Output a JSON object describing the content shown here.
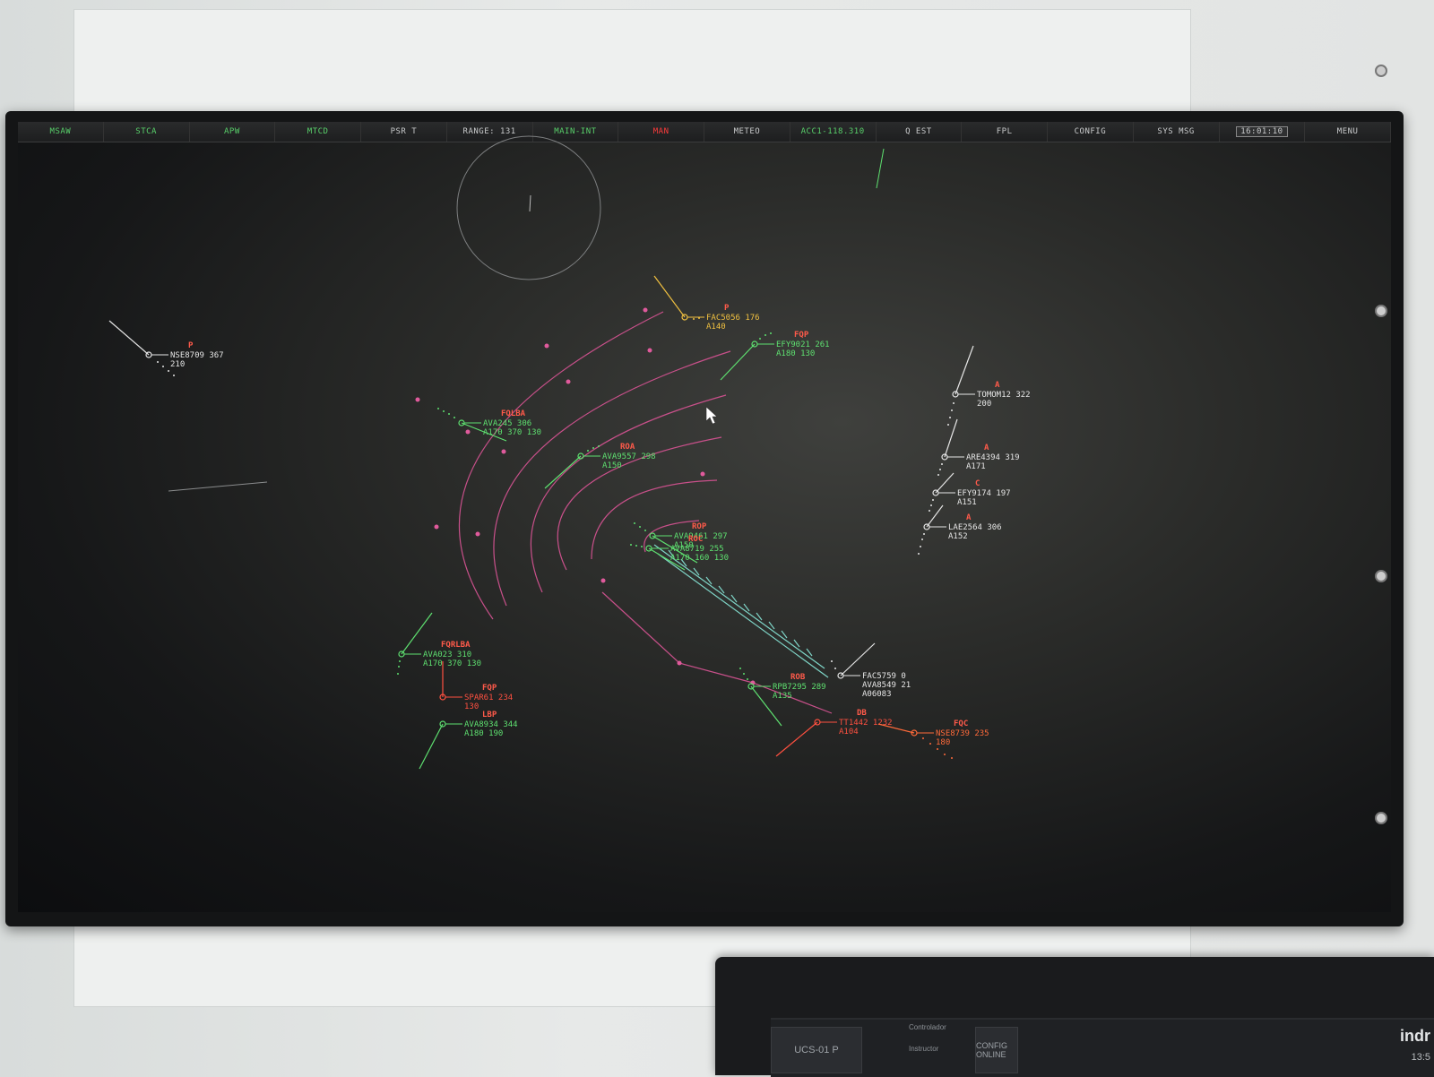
{
  "menubar": {
    "items": [
      {
        "label": "MSAW",
        "tone": "green"
      },
      {
        "label": "STCA",
        "tone": "green"
      },
      {
        "label": "APW",
        "tone": "green"
      },
      {
        "label": "MTCD",
        "tone": "green"
      },
      {
        "label": "PSR T",
        "tone": "normal"
      },
      {
        "label": "RANGE: 131",
        "tone": "normal"
      },
      {
        "label": "MAIN-INT",
        "tone": "green"
      },
      {
        "label": "MAN",
        "tone": "red"
      },
      {
        "label": "METEO",
        "tone": "normal"
      },
      {
        "label": "ACC1-118.310",
        "tone": "green"
      },
      {
        "label": "Q EST",
        "tone": "normal"
      },
      {
        "label": "FPL",
        "tone": "normal"
      },
      {
        "label": "CONFIG",
        "tone": "normal"
      },
      {
        "label": "SYS MSG",
        "tone": "normal"
      },
      {
        "label": "16:01:10",
        "tone": "boxed"
      },
      {
        "label": "MENU",
        "tone": "normal"
      }
    ]
  },
  "colors": {
    "green": "#5ee070",
    "white": "#e6e6e6",
    "yellow": "#f0c040",
    "red": "#ff5040",
    "orange": "#ff6a3a",
    "pink": "#d24a8c",
    "cyan": "#7fd6c8"
  },
  "tracks": [
    {
      "id": "nse8709",
      "color": "white",
      "cat": "P",
      "callsign": "NSE8709",
      "speed": "367",
      "line2": "210",
      "line3": ""
    },
    {
      "id": "fac5056",
      "color": "yellow",
      "cat": "P",
      "callsign": "FAC5056",
      "speed": "176",
      "line2": "A140",
      "line3": ""
    },
    {
      "id": "efy9021",
      "color": "green",
      "cat": "FQP",
      "callsign": "EFY9021",
      "speed": "261",
      "line2": "A180      130",
      "line3": ""
    },
    {
      "id": "ava245",
      "color": "green",
      "cat": "FQLBA",
      "callsign": "AVA245",
      "speed": "306",
      "line2": "A170  370  130",
      "line3": ""
    },
    {
      "id": "ava9557",
      "color": "green",
      "cat": "ROA",
      "callsign": "AVA9557",
      "speed": "298",
      "line2": "A150",
      "line3": ""
    },
    {
      "id": "tomom12",
      "color": "white",
      "cat": "A",
      "callsign": "TOMOM12",
      "speed": "322",
      "line2": "200",
      "line3": ""
    },
    {
      "id": "are4394",
      "color": "white",
      "cat": "A",
      "callsign": "ARE4394",
      "speed": "319",
      "line2": "A171",
      "line3": ""
    },
    {
      "id": "efy9174",
      "color": "white",
      "cat": "C",
      "callsign": "EFY9174",
      "speed": "197",
      "line2": "A151",
      "line3": ""
    },
    {
      "id": "lae2564",
      "color": "white",
      "cat": "A",
      "callsign": "LAE2564",
      "speed": "306",
      "line2": "A152",
      "line3": ""
    },
    {
      "id": "ava9461",
      "color": "green",
      "cat": "ROP",
      "callsign": "AVA9461",
      "speed": "297",
      "line2": "A150",
      "line3": ""
    },
    {
      "id": "ava8719",
      "color": "green",
      "cat": "ROC",
      "callsign": "AVA8719",
      "speed": "255",
      "line2": "A170  160  130",
      "line3": ""
    },
    {
      "id": "ava023",
      "color": "green",
      "cat": "FQRLBA",
      "callsign": "AVA023",
      "speed": "310",
      "line2": "A170  370  130",
      "line3": ""
    },
    {
      "id": "spar61",
      "color": "red",
      "cat": "FQP",
      "callsign": "SPAR61",
      "speed": "234",
      "line2": "130",
      "line3": ""
    },
    {
      "id": "ava8934",
      "color": "green",
      "cat": "LBP",
      "callsign": "AVA8934",
      "speed": "344",
      "line2": "A180  190",
      "line3": ""
    },
    {
      "id": "rpb7295",
      "color": "green",
      "cat": "ROB",
      "callsign": "RPB7295",
      "speed": "289",
      "line2": "A135",
      "line3": ""
    },
    {
      "id": "fac5759",
      "color": "white",
      "cat": "",
      "callsign": "FAC5759",
      "speed": "0",
      "line2": "AVA8549  21",
      "line3": "A06083"
    },
    {
      "id": "tt1442",
      "color": "red",
      "cat": "DB",
      "callsign": "TT1442",
      "speed": "1232",
      "line2": "A104",
      "line3": ""
    },
    {
      "id": "nse8739",
      "color": "orange",
      "cat": "FQC",
      "callsign": "NSE8739",
      "speed": "235",
      "line2": "180",
      "line3": ""
    }
  ],
  "console": {
    "station": "UCS-01 P",
    "controller": "Controlador",
    "instructor": "Instructor",
    "config": "CONFIG ONLINE",
    "brand": "indr",
    "clock": "13:5"
  }
}
